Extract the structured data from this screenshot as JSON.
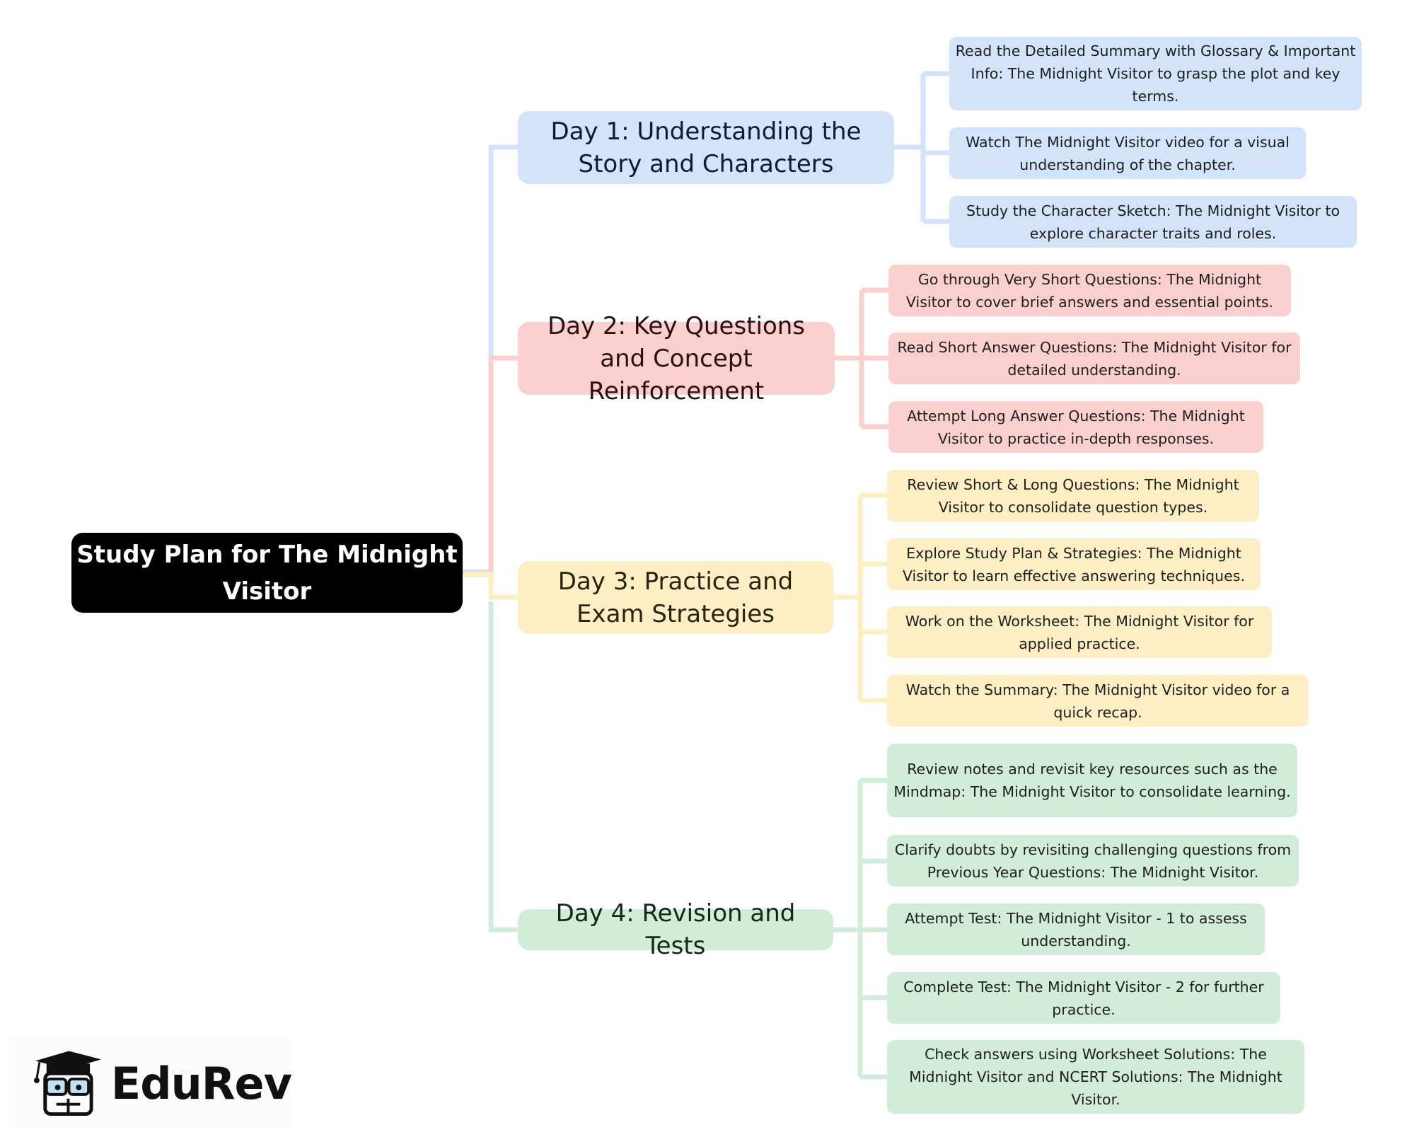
{
  "root": {
    "title": "Study Plan for The Midnight Visitor"
  },
  "days": [
    {
      "title": "Day 1: Understanding the Story and Characters",
      "color": "#d2e3fa",
      "tasks": [
        "Read the Detailed Summary with Glossary & Important Info: The Midnight Visitor to grasp the plot and key terms.",
        "Watch The Midnight Visitor video for a visual understanding of the chapter.",
        "Study the Character Sketch: The Midnight Visitor to explore character traits and roles."
      ]
    },
    {
      "title": "Day 2: Key Questions and Concept Reinforcement",
      "color": "#f9d0cd",
      "tasks": [
        "Go through Very Short Questions: The Midnight Visitor to cover brief answers and essential points.",
        "Read Short Answer Questions: The Midnight Visitor for detailed understanding.",
        "Attempt Long Answer Questions: The Midnight Visitor to practice in-depth responses."
      ]
    },
    {
      "title": "Day 3: Practice and Exam Strategies",
      "color": "#fdefc3",
      "tasks": [
        "Review Short & Long Questions: The Midnight Visitor to consolidate question types.",
        "Explore Study Plan & Strategies: The Midnight Visitor to learn effective answering techniques.",
        "Work on the Worksheet: The Midnight Visitor for applied practice.",
        "Watch the Summary: The Midnight Visitor video for a quick recap."
      ]
    },
    {
      "title": "Day 4: Revision and Tests",
      "color": "#d2ecda",
      "tasks": [
        "Review notes and revisit key resources such as the Mindmap: The Midnight Visitor to consolidate learning.",
        "Clarify doubts by revisiting challenging questions from Previous Year Questions: The Midnight Visitor.",
        "Attempt Test: The Midnight Visitor - 1 to assess understanding.",
        "Complete Test: The Midnight Visitor - 2 for further practice.",
        "Check answers using Worksheet Solutions: The Midnight Visitor and NCERT Solutions: The Midnight Visitor."
      ]
    }
  ],
  "logo": {
    "text": "EduRev",
    "icon": "graduation-cap-mascot-icon"
  }
}
